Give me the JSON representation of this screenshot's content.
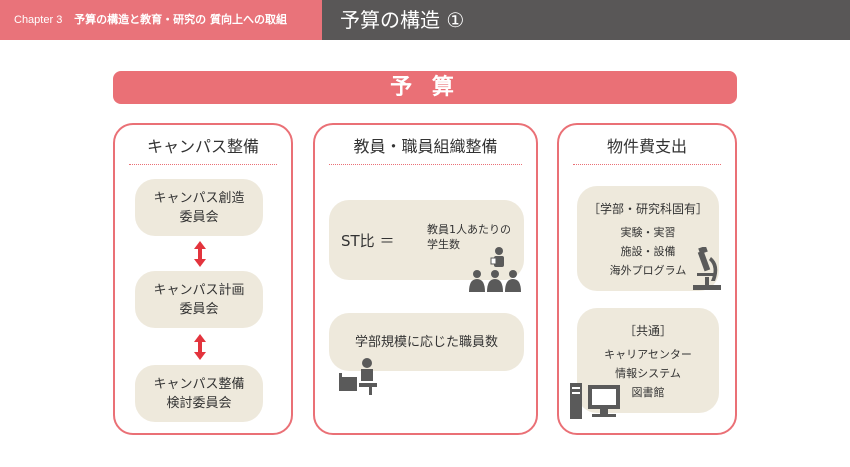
{
  "header": {
    "chapter": "Chapter 3",
    "chapter_title": "予算の構造と教育・研究の 質向上への取組",
    "page_title": "予算の構造 ①"
  },
  "banner": "予 算",
  "panels": {
    "campus": {
      "title": "キャンパス整備",
      "committees": [
        [
          "キャンパス創造",
          "委員会"
        ],
        [
          "キャンパス計画",
          "委員会"
        ],
        [
          "キャンパス整備",
          "検討委員会"
        ]
      ]
    },
    "staff": {
      "title": "教員・職員組織整備",
      "st_label": "ST比 ＝",
      "st_desc": [
        "教員1人あたりの",
        "学生数"
      ],
      "staff_label": "学部規模に応じた職員数"
    },
    "property": {
      "title": "物件費支出",
      "faculty": {
        "heading": "［学部・研究科固有］",
        "items": [
          "実験・実習",
          "施設・設備",
          "海外プログラム"
        ]
      },
      "common": {
        "heading": "［共通］",
        "items": [
          "キャリアセンター",
          "情報システム",
          "図書館"
        ]
      }
    }
  },
  "colors": {
    "accent": "#ea7076",
    "dark": "#595757",
    "box": "#eee9dc",
    "icon": "#5a5a5a"
  }
}
